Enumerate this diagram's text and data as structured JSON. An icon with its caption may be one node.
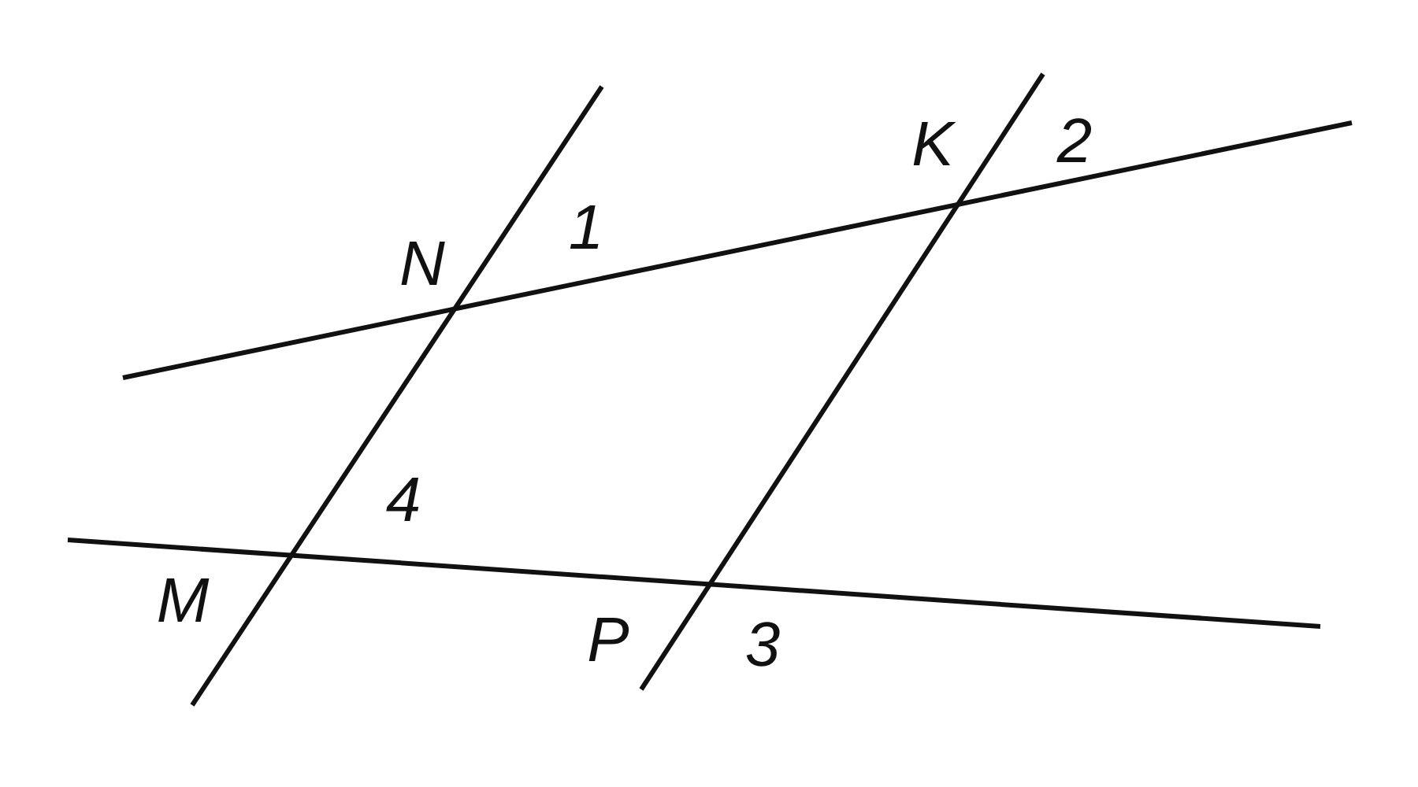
{
  "diagram": {
    "labels": [
      "N",
      "1",
      "K",
      "2",
      "4",
      "M",
      "P",
      "3"
    ]
  }
}
